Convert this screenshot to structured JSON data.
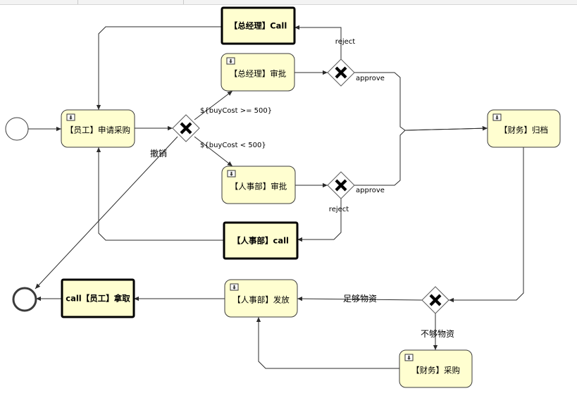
{
  "diagram": {
    "colors": {
      "task_fill": "#fffed0",
      "task_stroke": "#3b3b3b",
      "edge": "#2b2b2b",
      "gateway_fill": "#ffffff",
      "text": "#000000"
    },
    "events": [
      {
        "id": "start",
        "kind": "start"
      },
      {
        "id": "end",
        "kind": "end"
      }
    ],
    "gateways": [
      {
        "id": "gw_cost"
      },
      {
        "id": "gw_gm"
      },
      {
        "id": "gw_hr"
      },
      {
        "id": "gw_stock"
      }
    ],
    "tasks": [
      {
        "id": "t_apply",
        "label": "【员工】申请采购",
        "kind": "user"
      },
      {
        "id": "t_gm_call",
        "label": "【总经理】Call",
        "kind": "call"
      },
      {
        "id": "t_gm_approve",
        "label": "【总经理】审批",
        "kind": "user"
      },
      {
        "id": "t_hr_approve",
        "label": "【人事部】审批",
        "kind": "user"
      },
      {
        "id": "t_hr_call",
        "label": "【人事部】call",
        "kind": "call"
      },
      {
        "id": "t_fin_archive",
        "label": "【财务】归档",
        "kind": "user"
      },
      {
        "id": "t_hr_issue",
        "label": "【人事部】发放",
        "kind": "user"
      },
      {
        "id": "t_fin_buy",
        "label": "【财务】采购",
        "kind": "user"
      },
      {
        "id": "t_emp_take",
        "label": "call【员工】拿取",
        "kind": "call"
      }
    ],
    "edges": [
      {
        "id": "e1",
        "from": "start",
        "to": "t_apply",
        "label": ""
      },
      {
        "id": "e2",
        "from": "t_apply",
        "to": "gw_cost",
        "label": ""
      },
      {
        "id": "e3",
        "from": "gw_cost",
        "to": "t_gm_approve",
        "label": "${buyCost >= 500}"
      },
      {
        "id": "e4",
        "from": "gw_cost",
        "to": "t_hr_approve",
        "label": "${buyCost < 500}"
      },
      {
        "id": "e5",
        "from": "gw_cost",
        "to": "end",
        "label": "撤销"
      },
      {
        "id": "e6",
        "from": "t_gm_approve",
        "to": "gw_gm",
        "label": ""
      },
      {
        "id": "e7",
        "from": "gw_gm",
        "to": "t_gm_call",
        "label": "reject"
      },
      {
        "id": "e8",
        "from": "gw_gm",
        "to": "t_fin_archive",
        "label": "approve"
      },
      {
        "id": "e9",
        "from": "t_gm_call",
        "to": "t_apply",
        "label": ""
      },
      {
        "id": "e10",
        "from": "t_hr_approve",
        "to": "gw_hr",
        "label": ""
      },
      {
        "id": "e11",
        "from": "gw_hr",
        "to": "t_fin_archive",
        "label": "approve"
      },
      {
        "id": "e12",
        "from": "gw_hr",
        "to": "t_hr_call",
        "label": "reject"
      },
      {
        "id": "e13",
        "from": "t_hr_call",
        "to": "t_apply",
        "label": ""
      },
      {
        "id": "e14",
        "from": "t_fin_archive",
        "to": "gw_stock",
        "label": ""
      },
      {
        "id": "e15",
        "from": "gw_stock",
        "to": "t_hr_issue",
        "label": "足够物资"
      },
      {
        "id": "e16",
        "from": "gw_stock",
        "to": "t_fin_buy",
        "label": "不够物资"
      },
      {
        "id": "e17",
        "from": "t_fin_buy",
        "to": "t_hr_issue",
        "label": ""
      },
      {
        "id": "e18",
        "from": "t_hr_issue",
        "to": "t_emp_take",
        "label": ""
      },
      {
        "id": "e19",
        "from": "t_emp_take",
        "to": "end",
        "label": ""
      }
    ]
  }
}
